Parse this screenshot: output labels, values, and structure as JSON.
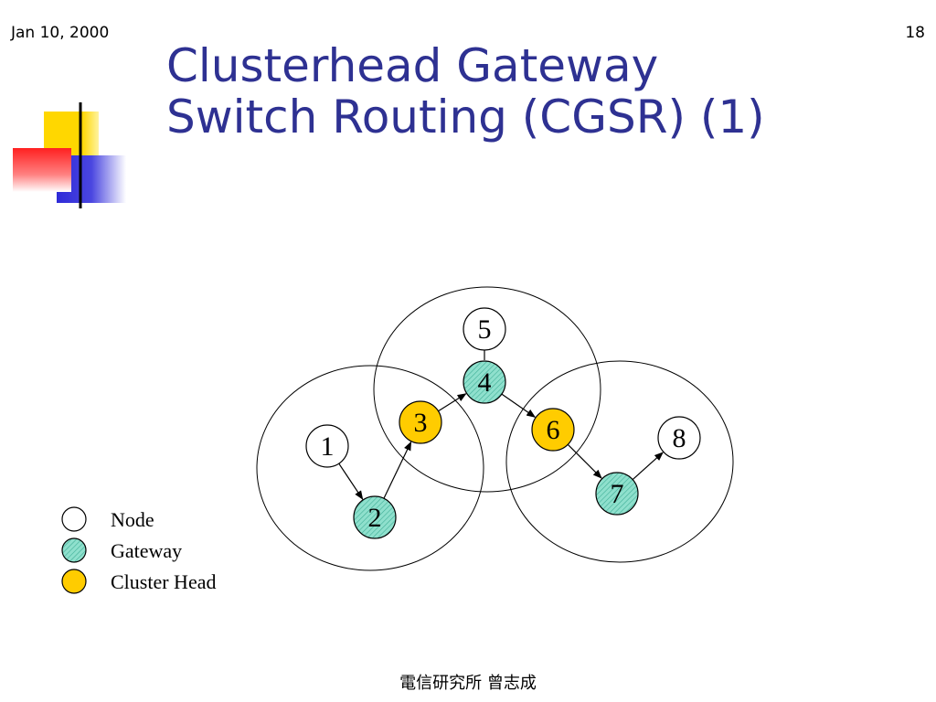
{
  "header": {
    "date": "Jan 10, 2000",
    "page_number": "18"
  },
  "title": {
    "line1": "Clusterhead Gateway",
    "line2": "Switch Routing (CGSR) (1)"
  },
  "colors": {
    "title": "#2e3192",
    "node": "#ffffff",
    "gateway": "#7fd8c4",
    "cluster_head": "#ffcc00",
    "deco_yellow": "#ffd700",
    "deco_blue": "#2e2ad8",
    "deco_red": "#ff2a2a"
  },
  "diagram": {
    "nodes": [
      {
        "label": "1",
        "type": "node"
      },
      {
        "label": "2",
        "type": "gateway"
      },
      {
        "label": "3",
        "type": "cluster_head"
      },
      {
        "label": "4",
        "type": "gateway"
      },
      {
        "label": "5",
        "type": "node"
      },
      {
        "label": "6",
        "type": "cluster_head"
      },
      {
        "label": "7",
        "type": "gateway"
      },
      {
        "label": "8",
        "type": "node"
      }
    ],
    "route": [
      "1",
      "2",
      "3",
      "4",
      "6",
      "7",
      "8"
    ],
    "links": [
      [
        "5",
        "4"
      ]
    ]
  },
  "legend": {
    "node": "Node",
    "gateway": "Gateway",
    "cluster_head": "Cluster Head"
  },
  "footer": {
    "text": "電信研究所 曾志成"
  }
}
